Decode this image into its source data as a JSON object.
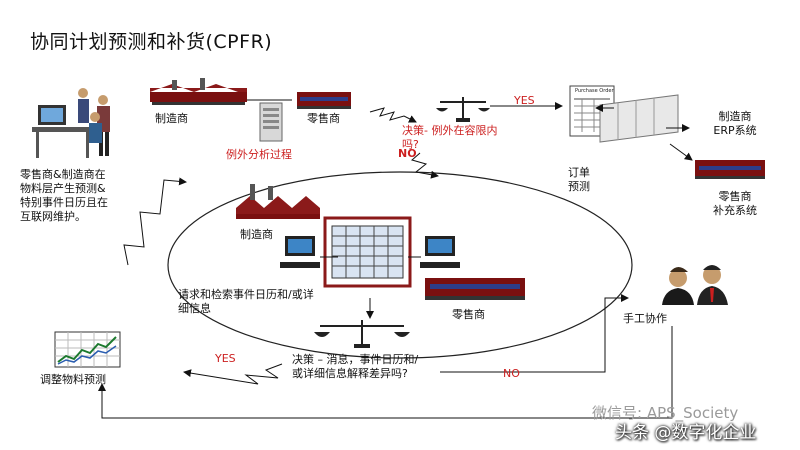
{
  "title": "协同计划预测和补货(CPFR)",
  "top_manufacturer": "制造商",
  "top_retailer": "零售商",
  "exception_analysis": "例外分析过程",
  "decision_exception": "决策- 例外在容限内吗?",
  "yes_top": "YES",
  "no_top": "NO",
  "order_forecast_line1": "订单",
  "order_forecast_line2": "预测",
  "erp_manufacturer_line1": "制造商",
  "erp_manufacturer_line2": "ERP系统",
  "replenish_retailer_line1": "零售商",
  "replenish_retailer_line2": "补充系统",
  "left_description": [
    "零售商&制造商在",
    "物料层产生预测&",
    "特别事件日历且在",
    "互联网维护。"
  ],
  "ellipse_manufacturer": "制造商",
  "request_info_line1": "请求和检索事件日历和/或详",
  "request_info_line2": "细信息",
  "ellipse_retailer": "零售商",
  "manual_collab": "手工协作",
  "decision_bottom_line1": "决策 – 消息，事件日历和/",
  "decision_bottom_line2": "或详细信息解释差异吗?",
  "yes_bottom": "YES",
  "no_bottom": "NO",
  "adjust_forecast": "调整物料预测",
  "purchase_order_header": "Purchase Order",
  "watermark_line1": "微信号: APS_Society",
  "watermark_line2": "头条 @数字化企业",
  "colors": {
    "accent_red": "#cc1f1f",
    "factory_red": "#7a1010",
    "frame_red": "#8b1a1a"
  }
}
